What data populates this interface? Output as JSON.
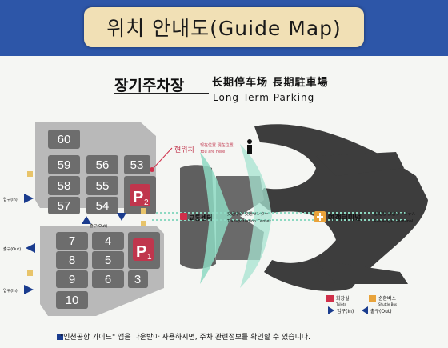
{
  "title": "위치 안내도(Guide Map)",
  "header": {
    "korean": "장기주차장",
    "chinese": "长期停车场  長期駐車場",
    "english": "Long Term Parking"
  },
  "here": {
    "ko": "현위치",
    "sub": "现在位置 現在位置",
    "sub2": "You are here"
  },
  "zones": {
    "p2": {
      "letter": "P",
      "num": "2"
    },
    "p1": {
      "letter": "P",
      "num": "1"
    },
    "upper": [
      "60",
      "59",
      "56",
      "53",
      "58",
      "55",
      "57",
      "54"
    ],
    "lower": [
      "7",
      "4",
      "8",
      "5",
      "9",
      "6",
      "3",
      "10"
    ]
  },
  "entrances": {
    "in": "입구(In)",
    "out": "출구(Out)"
  },
  "transport": {
    "ko": "교통센터",
    "cn": "交通中心  交通センター",
    "en": "Transportation Center"
  },
  "terminal": {
    "ko": "여객터미널",
    "cn": "航站楼  旅客ターミナル",
    "en": "Passenger Terminal"
  },
  "legend": {
    "toilet": {
      "ko": "화장실",
      "en": "Toilets"
    },
    "shuttle": {
      "ko": "순환버스",
      "en": "Shuttle Bus"
    },
    "in": "입구(In)",
    "out": "출구(Out)"
  },
  "footer": "\"인천공항 가이드\" 앱을 다운받아 사용하시면, 주차 관련정보를 확인할 수 있습니다.",
  "colors": {
    "board": "#f5f6f3",
    "frame": "#2d56a8",
    "lot": "#6d6d6d",
    "road": "#b9b9b9",
    "terminal": "#3d3d3d",
    "green": "#8dd9c2",
    "p_red": "#c0364d"
  }
}
